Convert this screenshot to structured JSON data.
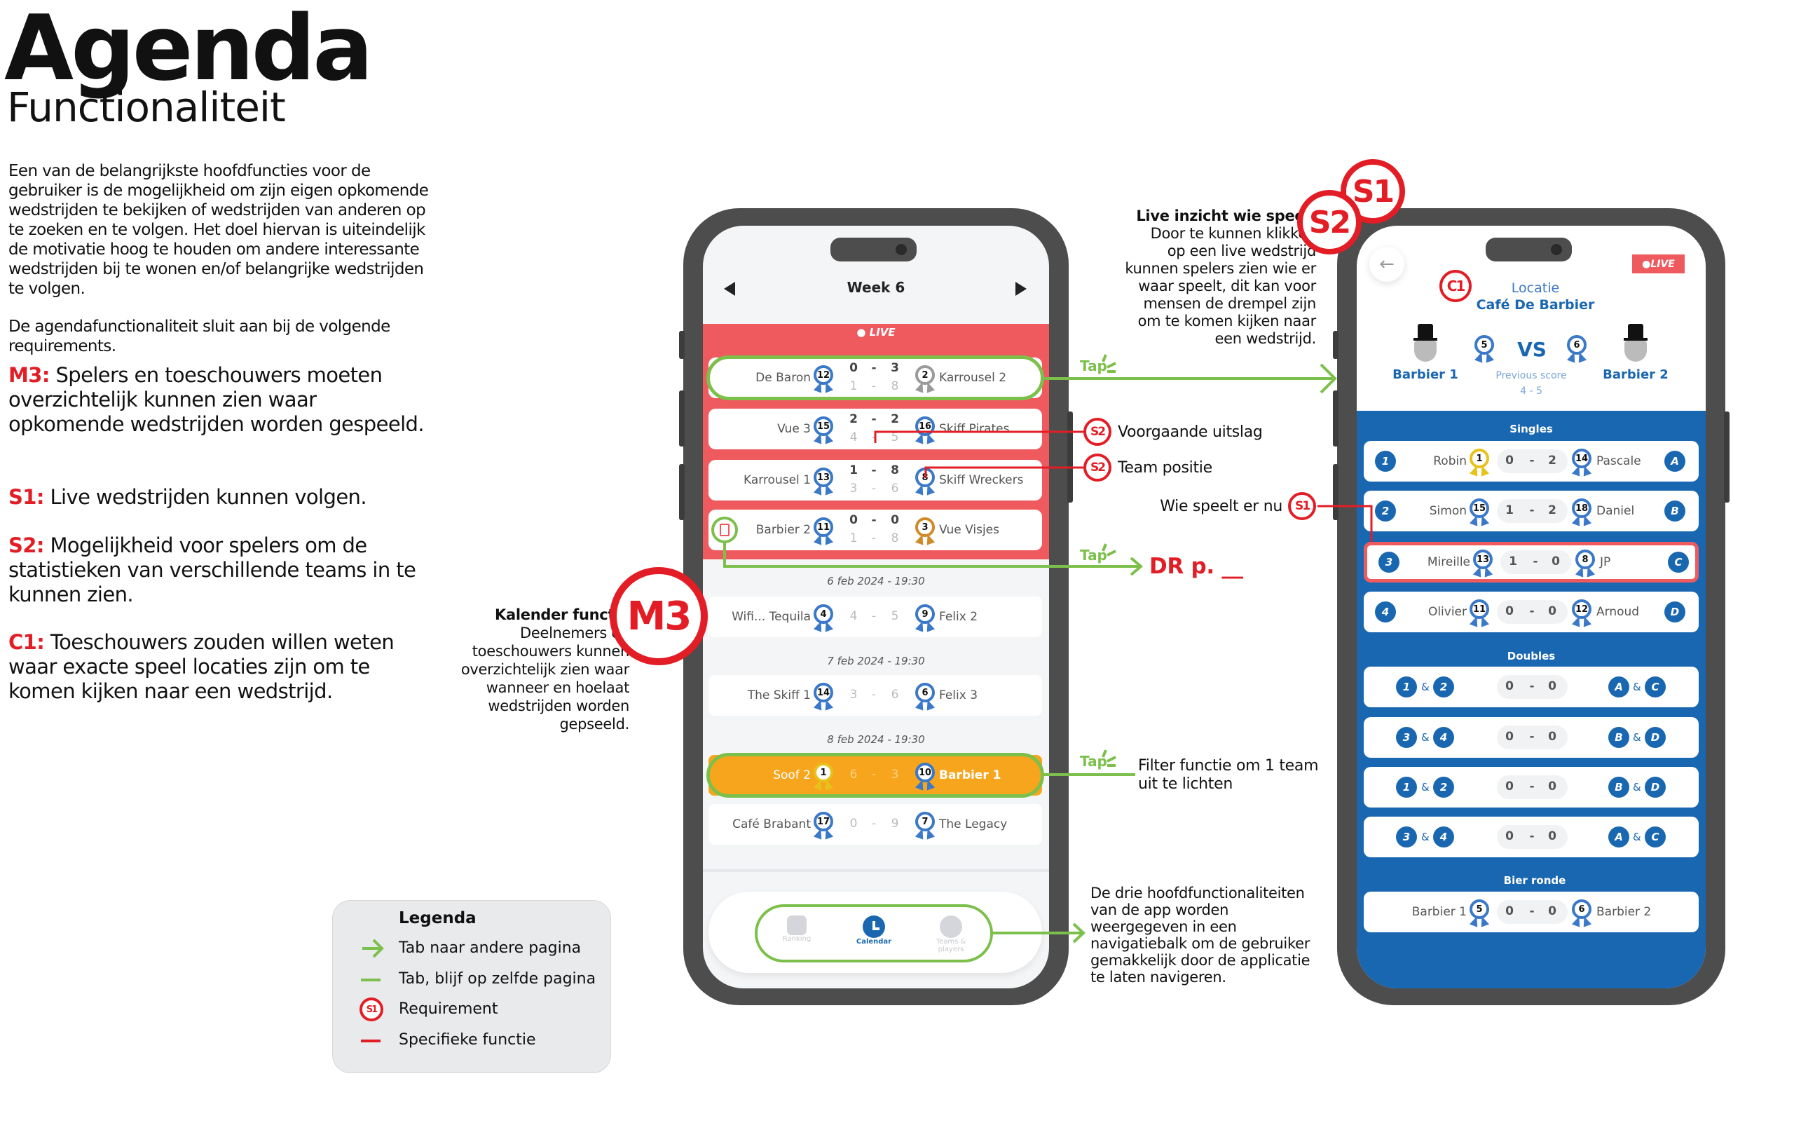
{
  "header": {
    "title": "Agenda",
    "subtitle": "Functionaliteit"
  },
  "intro": {
    "paragraph1": "Een van de belangrijkste hoofdfuncties voor de gebruiker is de mogelijkheid om zijn eigen opkomende wedstrijden te bekijken of wedstrijden van anderen op te zoeken en te volgen. Het doel hiervan is uiteindelijk de motivatie hoog te houden om andere interessante wedstrijden bij te wonen en/of belangrijke wedstrijden te volgen.",
    "paragraph2": "De agendafunctionaliteit sluit aan bij de volgende requirements."
  },
  "requirements": [
    {
      "code": "M3:",
      "text": " Spelers en toeschouwers moeten overzichtelijk kunnen zien waar opkomende wedstrijden worden gespeeld."
    },
    {
      "code": "S1:",
      "text": " Live wedstrijden kunnen volgen."
    },
    {
      "code": "S2:",
      "text": " Mogelijkheid voor spelers om de statistieken van verschillende teams in te kunnen zien."
    },
    {
      "code": "C1:",
      "text": " Toeschouwers zouden willen weten waar exacte speel locaties zijn om te komen kijken naar een wedstrijd."
    }
  ],
  "legend": {
    "title": "Legenda",
    "items": [
      {
        "icon": "green-arrow-icon",
        "label": "Tab naar andere pagina"
      },
      {
        "icon": "green-line-icon",
        "label": "Tab, blijf op zelfde pagina"
      },
      {
        "icon": "requirement-badge-icon",
        "badge": "S1",
        "label": "Requirement"
      },
      {
        "icon": "red-line-icon",
        "label": "Specifieke functie"
      }
    ]
  },
  "colors": {
    "red": "#e31d25",
    "live_red": "#ef5a5f",
    "green": "#7cc04b",
    "blue": "#1a67b1",
    "orange": "#f7a51c",
    "ribbon_blue": "#3a78c9",
    "silver": "#9a9a9a",
    "gold": "#e7c21a",
    "bronze": "#d08a2a"
  },
  "calendar": {
    "week_label": "Week 6",
    "prev_icon": "triangle-left-icon",
    "next_icon": "triangle-right-icon",
    "live_label": "LIVE",
    "live_matches": [
      {
        "home": "De Baron",
        "home_rank": "12",
        "home_medal": "blue",
        "score": [
          "0",
          "3"
        ],
        "prev": [
          "1",
          "8"
        ],
        "away": "Karrousel 2",
        "away_rank": "2",
        "away_medal": "silver"
      },
      {
        "home": "Vue 3",
        "home_rank": "15",
        "home_medal": "blue",
        "score": [
          "2",
          "2"
        ],
        "prev": [
          "4",
          "5"
        ],
        "away": "Skiff Pirates",
        "away_rank": "16",
        "away_medal": "blue"
      },
      {
        "home": "Karrousel 1",
        "home_rank": "13",
        "home_medal": "blue",
        "score": [
          "1",
          "8"
        ],
        "prev": [
          "3",
          "6"
        ],
        "away": "Skiff Wreckers",
        "away_rank": "8",
        "away_medal": "blue"
      },
      {
        "home": "Barbier 2",
        "home_rank": "11",
        "home_medal": "blue",
        "score": [
          "0",
          "0"
        ],
        "prev": [
          "1",
          "8"
        ],
        "away": "Vue Visjes",
        "away_rank": "3",
        "away_medal": "bronze",
        "clipboard": true
      }
    ],
    "upcoming": [
      {
        "date": "6 feb 2024 - 19:30",
        "matches": [
          {
            "home": "Wifi... Tequila",
            "home_rank": "4",
            "home_medal": "blue",
            "score": [
              "4",
              "5"
            ],
            "away": "Felix 2",
            "away_rank": "9",
            "away_medal": "blue"
          }
        ]
      },
      {
        "date": "7 feb 2024 - 19:30",
        "matches": [
          {
            "home": "The Skiff 1",
            "home_rank": "14",
            "home_medal": "blue",
            "score": [
              "3",
              "6"
            ],
            "away": "Felix 3",
            "away_rank": "6",
            "away_medal": "blue"
          }
        ]
      },
      {
        "date": "8 feb 2024 - 19:30",
        "matches": [
          {
            "home": "Soof 2",
            "home_rank": "1",
            "home_medal": "gold",
            "score": [
              "6",
              "3"
            ],
            "away": "Barbier 1",
            "away_rank": "10",
            "away_medal": "blue",
            "highlighted": true
          },
          {
            "home": "Café Brabant",
            "home_rank": "17",
            "home_medal": "blue",
            "score": [
              "0",
              "9"
            ],
            "away": "The Legacy",
            "away_rank": "7",
            "away_medal": "blue"
          }
        ]
      }
    ],
    "nav": [
      {
        "label": "Ranking",
        "icon": "ranking-icon",
        "active": false
      },
      {
        "label": "Calendar",
        "icon": "clock-icon",
        "active": true
      },
      {
        "label": "Teams & players",
        "icon": "teams-icon",
        "active": false
      }
    ]
  },
  "match": {
    "back_icon": "arrow-left-icon",
    "live_label": "LIVE",
    "location_label": "Locatie",
    "location": "Café De Barbier",
    "home": "Barbier 1",
    "home_rank": "5",
    "away": "Barbier 2",
    "away_rank": "6",
    "vs": "VS",
    "previous_label": "Previous score",
    "previous_score": "4 - 5",
    "singles_label": "Singles",
    "singles": [
      {
        "num": "1",
        "home": "Robin",
        "home_rank": "1",
        "home_medal": "gold",
        "score": [
          "0",
          "2"
        ],
        "away": "Pascale",
        "away_rank": "14",
        "away_medal": "blue",
        "letter": "A"
      },
      {
        "num": "2",
        "home": "Simon",
        "home_rank": "15",
        "home_medal": "blue",
        "score": [
          "1",
          "2"
        ],
        "away": "Daniel",
        "away_rank": "18",
        "away_medal": "blue",
        "letter": "B"
      },
      {
        "num": "3",
        "home": "Mireille",
        "home_rank": "13",
        "home_medal": "blue",
        "score": [
          "1",
          "0"
        ],
        "away": "JP",
        "away_rank": "8",
        "away_medal": "blue",
        "letter": "C",
        "highlighted": true
      },
      {
        "num": "4",
        "home": "Olivier",
        "home_rank": "11",
        "home_medal": "blue",
        "score": [
          "0",
          "0"
        ],
        "away": "Arnoud",
        "away_rank": "12",
        "away_medal": "blue",
        "letter": "D"
      }
    ],
    "doubles_label": "Doubles",
    "doubles": [
      {
        "home": [
          "1",
          "2"
        ],
        "score": [
          "0",
          "0"
        ],
        "away": [
          "A",
          "C"
        ]
      },
      {
        "home": [
          "3",
          "4"
        ],
        "score": [
          "0",
          "0"
        ],
        "away": [
          "B",
          "D"
        ]
      },
      {
        "home": [
          "1",
          "2"
        ],
        "score": [
          "0",
          "0"
        ],
        "away": [
          "B",
          "D"
        ]
      },
      {
        "home": [
          "3",
          "4"
        ],
        "score": [
          "0",
          "0"
        ],
        "away": [
          "A",
          "C"
        ]
      }
    ],
    "amp": "&",
    "beer_label": "Bier ronde",
    "beer": {
      "home": "Barbier 1",
      "home_rank": "5",
      "score": [
        "0",
        "0"
      ],
      "away": "Barbier 2",
      "away_rank": "6"
    }
  },
  "annotations": {
    "live_title": "Live inzicht wie speelt",
    "live_lines": [
      "Door te kunnen klikken",
      "op een live wedstrijd",
      "kunnen spelers zien wie er",
      "waar speelt, dit kan voor",
      "mensen de drempel zijn",
      "om te komen kijken naar",
      "een wedstrijd."
    ],
    "badge_s1": "S1",
    "badge_s2": "S2",
    "badge_c1": "C1",
    "badge_m3": "M3",
    "tap": "Tap",
    "previous_result": "Voorgaande uitslag",
    "team_position": "Team positie",
    "who_plays": "Wie speelt er nu",
    "dr_ref": "DR p. __",
    "filter_lines": [
      "Filter functie om 1 team",
      "uit te lichten"
    ],
    "nav_lines": [
      "De drie hoofdfunctionaliteiten",
      "van de app worden",
      "weergegeven in een",
      "navigatiebalk om de gebruiker",
      "gemakkelijk door de applicatie",
      "te laten navigeren."
    ],
    "calendar_title": "Kalender functie",
    "calendar_lines": [
      "Deelnemers en",
      "toeschouwers kunnen",
      "overzichtelijk zien waar",
      "wanneer en hoelaat",
      "wedstrijden worden",
      "gepseeld."
    ]
  }
}
